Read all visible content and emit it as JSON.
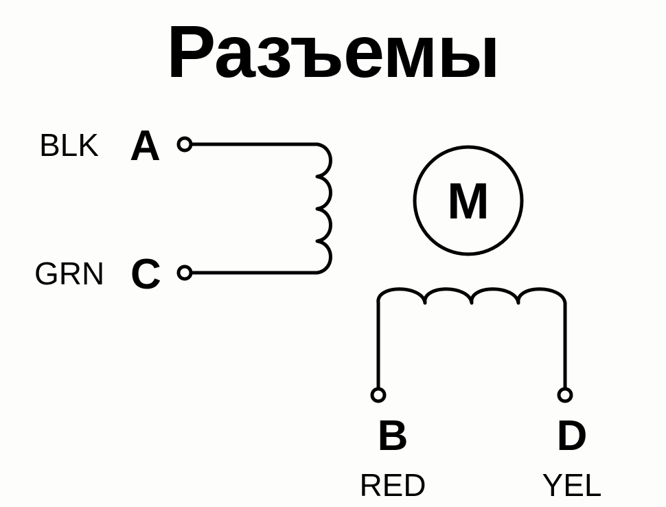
{
  "title": "Разъемы",
  "motor": {
    "symbol": "M"
  },
  "coil_left": {
    "top_pin": {
      "letter": "A",
      "color_label": "BLK"
    },
    "bottom_pin": {
      "letter": "C",
      "color_label": "GRN"
    }
  },
  "coil_bottom": {
    "left_pin": {
      "letter": "B",
      "color_label": "RED"
    },
    "right_pin": {
      "letter": "D",
      "color_label": "YEL"
    }
  },
  "colors": {
    "background": "#fdfdfb",
    "ink": "#000000"
  }
}
